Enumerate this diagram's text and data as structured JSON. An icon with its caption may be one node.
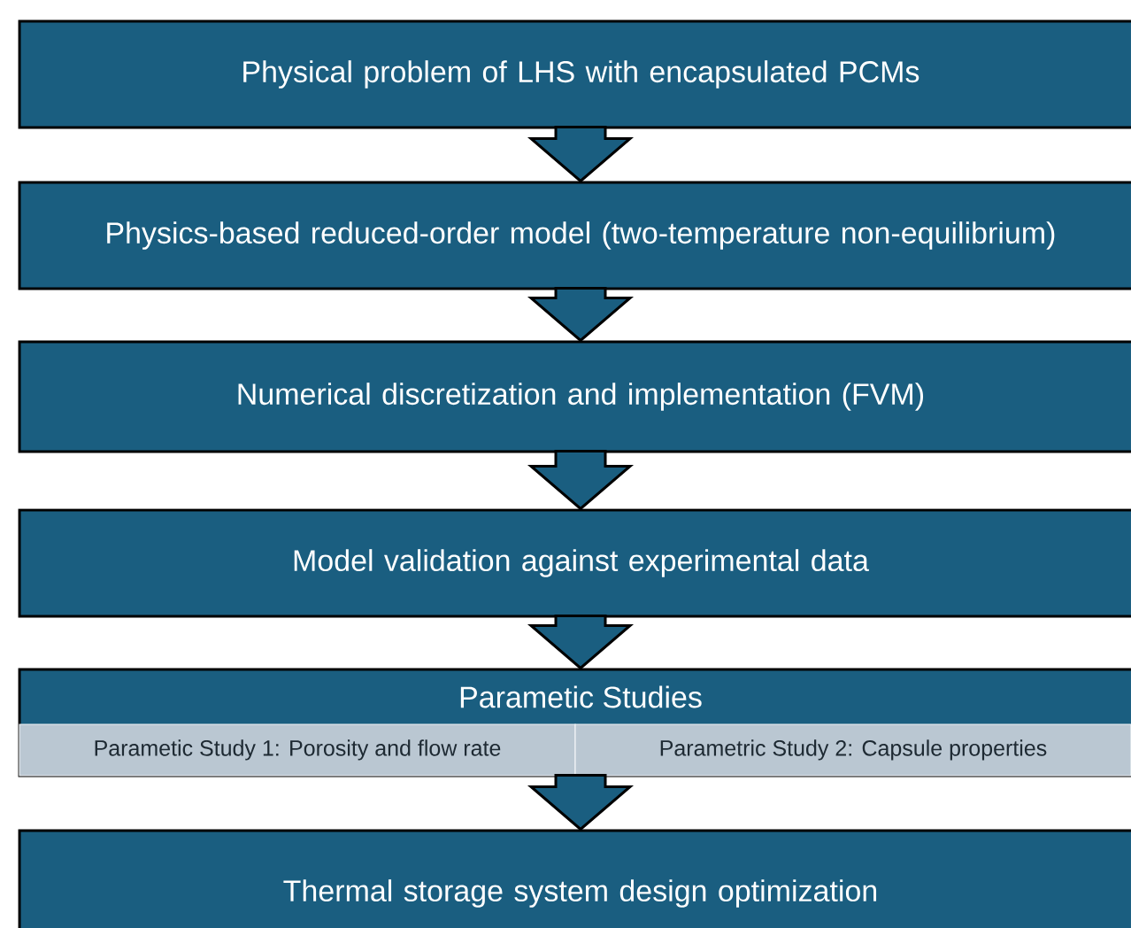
{
  "diagram": {
    "nodes": [
      {
        "text": [
          "Physical problem of LHS with encapsulated PCMs"
        ]
      },
      {
        "text": [
          "Physics-based reduced-order model (two-temperature non-equilibrium)"
        ]
      },
      {
        "text": [
          "Numerical discretization and implementation (FVM)"
        ]
      },
      {
        "text": [
          "Model validation against experimental data"
        ]
      },
      {
        "text": [
          "Parametic Studies"
        ]
      },
      {
        "text": [
          "Parametic Study 1: Porosity and flow rate"
        ],
        "in": 4
      },
      {
        "text": [
          "Parametric Study 2: Capsule properties"
        ],
        "in": 4
      },
      {
        "text": [
          "Thermal storage system design optimization"
        ]
      }
    ],
    "edges": [
      {
        "from": 0,
        "to": 1,
        "arrow": "to"
      },
      {
        "from": 1,
        "to": 2,
        "arrow": "to"
      },
      {
        "from": 2,
        "to": 3,
        "arrow": "to"
      },
      {
        "from": 3,
        "to": 4,
        "arrow": "to"
      },
      {
        "from": 4,
        "to": 7,
        "arrow": "to"
      }
    ]
  }
}
